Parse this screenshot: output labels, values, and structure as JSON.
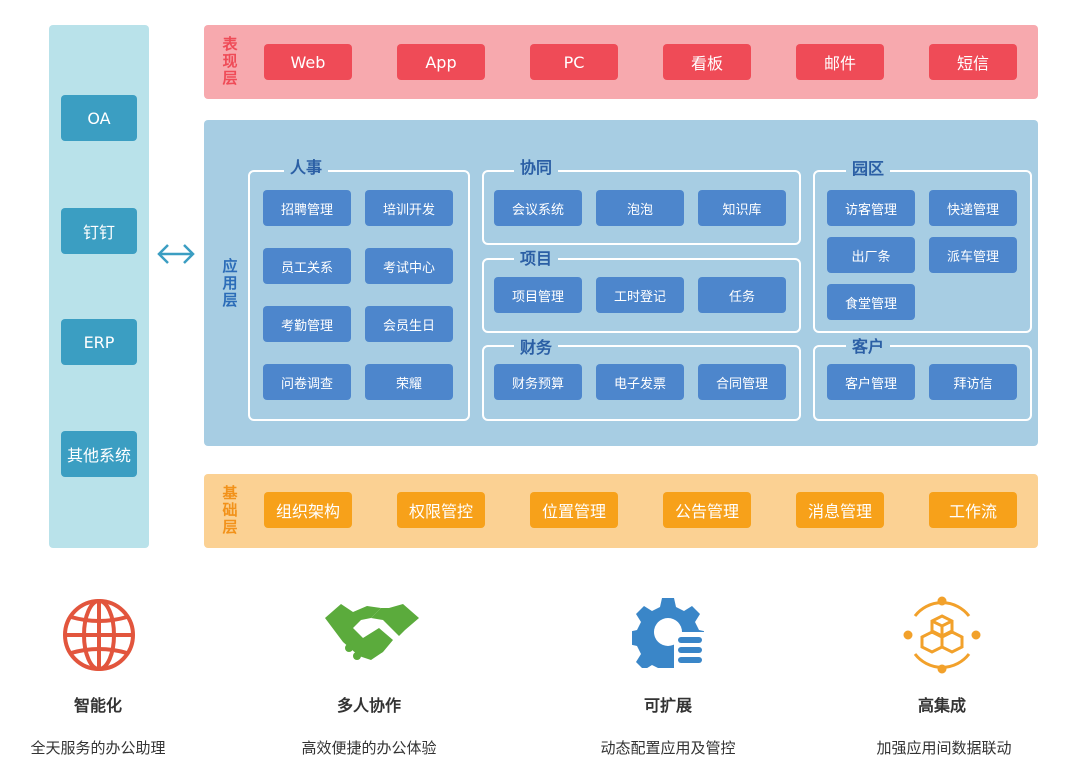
{
  "left_systems": [
    "OA",
    "钉钉",
    "ERP",
    "其他系统"
  ],
  "presentation": {
    "label": [
      "表",
      "现",
      "层"
    ],
    "items": [
      "Web",
      "App",
      "PC",
      "看板",
      "邮件",
      "短信"
    ]
  },
  "application": {
    "label": [
      "应",
      "用",
      "层"
    ],
    "groups": {
      "hr": {
        "title": "人事",
        "items": [
          "招聘管理",
          "培训开发",
          "员工关系",
          "考试中心",
          "考勤管理",
          "会员生日",
          "问卷调查",
          "荣耀"
        ]
      },
      "collab": {
        "title": "协同",
        "items": [
          "会议系统",
          "泡泡",
          "知识库"
        ]
      },
      "project": {
        "title": "项目",
        "items": [
          "项目管理",
          "工时登记",
          "任务"
        ]
      },
      "finance": {
        "title": "财务",
        "items": [
          "财务预算",
          "电子发票",
          "合同管理"
        ]
      },
      "park": {
        "title": "园区",
        "items": [
          "访客管理",
          "快递管理",
          "出厂条",
          "派车管理",
          "食堂管理"
        ]
      },
      "customer": {
        "title": "客户",
        "items": [
          "客户管理",
          "拜访信"
        ]
      }
    }
  },
  "foundation": {
    "label": [
      "基",
      "础",
      "层"
    ],
    "items": [
      "组织架构",
      "权限管控",
      "位置管理",
      "公告管理",
      "消息管理",
      "工作流"
    ]
  },
  "features": [
    {
      "icon": "globe-icon",
      "title": "智能化",
      "desc": "全天服务的办公助理",
      "color": "#e2553d"
    },
    {
      "icon": "handshake-icon",
      "title": "多人协作",
      "desc": "高效便捷的办公体验",
      "color": "#5bab3c"
    },
    {
      "icon": "gear-icon",
      "title": "可扩展",
      "desc": "动态配置应用及管控",
      "color": "#3a86c8"
    },
    {
      "icon": "cubes-icon",
      "title": "高集成",
      "desc": "加强应用间数据联动",
      "color": "#f2a12b"
    }
  ],
  "colors": {
    "presentation": "#ef4b57",
    "application": "#4d86cc",
    "foundation": "#f7a11a",
    "systems": "#3b9ec2"
  }
}
